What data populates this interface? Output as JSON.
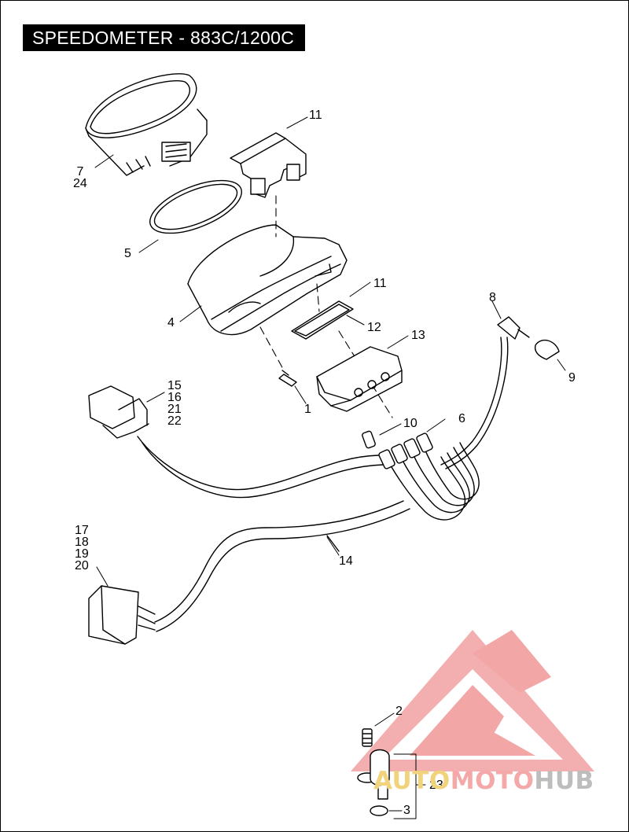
{
  "title": "SPEEDOMETER - 883C/1200C",
  "callouts": {
    "c1": "1",
    "c2": "2",
    "c3": "3",
    "c4": "4",
    "c5": "5",
    "c6": "6",
    "c8": "8",
    "c9": "9",
    "c10": "10",
    "c11a": "11",
    "c11b": "11",
    "c12": "12",
    "c13": "13",
    "c14": "14",
    "c23": "23",
    "group_7_24": [
      "7",
      "24"
    ],
    "group_15_22": [
      "15",
      "16",
      "21",
      "22"
    ],
    "group_17_20": [
      "17",
      "18",
      "19",
      "20"
    ]
  },
  "watermark": {
    "part1": "AUTO",
    "part2": "MOTO",
    "part3": "HUB",
    "colors": {
      "logo": "#f2a6a6",
      "auto": "#f0d37a",
      "moto": "#f4a8a8",
      "hub": "#bdbdbd"
    }
  }
}
